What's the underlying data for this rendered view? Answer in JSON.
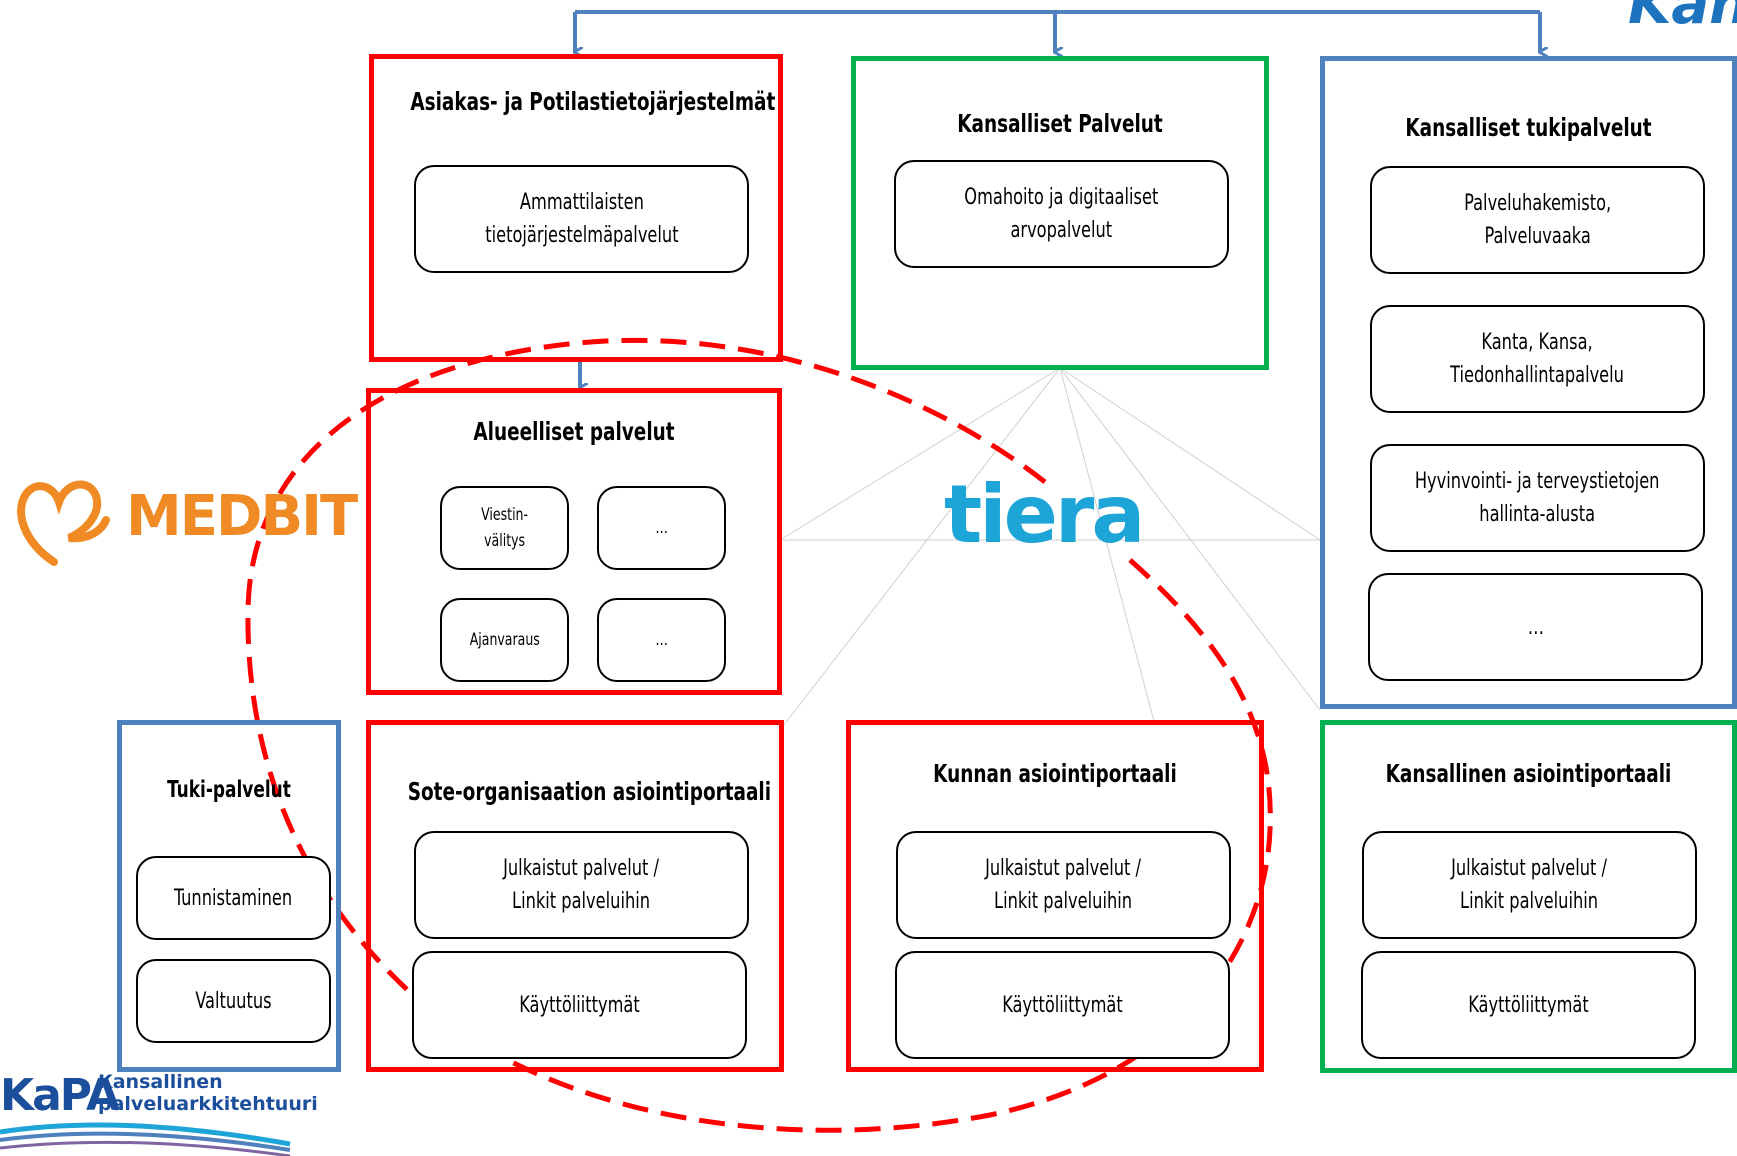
{
  "top_right_logo": "Kan",
  "left_logo": "MEDBIT",
  "center_logo": "tiera",
  "kapa_logo": {
    "mark": "KaPA",
    "line1": "Kansallinen",
    "line2": "palveluarkkitehtuuri"
  },
  "asiakas": {
    "title": "Asiakas- ja Potilastietojärjestelmät",
    "box": "Ammattilaisten\ntietojärjestelmäpalvelut"
  },
  "kansalliset_palvelut": {
    "title": "Kansalliset Palvelut",
    "box": "Omahoito ja digitaaliset\narvopalvelut"
  },
  "tukipalvelut": {
    "title": "Kansalliset tukipalvelut",
    "boxes": [
      "Palveluhakemisto,\nPalveluvaaka",
      "Kanta, Kansa,\nTiedonhallintapalvelu",
      "Hyvinvointi- ja terveystietojen\nhallinta-alusta",
      "…"
    ]
  },
  "alueelliset": {
    "title": "Alueelliset palvelut",
    "boxes": [
      "Viestin-\nvälitys",
      "…",
      "Ajanvaraus",
      "…"
    ]
  },
  "tuki": {
    "title": "Tuki-palvelut",
    "boxes": [
      "Tunnistaminen",
      "Valtuutus"
    ]
  },
  "sote": {
    "title": "Sote-organisaation asiointiportaali",
    "boxes": [
      "Julkaistut palvelut /\nLinkit palveluihin",
      "Käyttöliittymät"
    ]
  },
  "kunta": {
    "title": "Kunnan asiointiportaali",
    "boxes": [
      "Julkaistut palvelut /\nLinkit palveluihin",
      "Käyttöliittymät"
    ]
  },
  "kansallinen_portaali": {
    "title": "Kansallinen asiointiportaali",
    "boxes": [
      "Julkaistut palvelut /\nLinkit palveluihin",
      "Käyttöliittymät"
    ]
  },
  "colors": {
    "red": "#ff0000",
    "green": "#00b050",
    "blue": "#4f81bd",
    "tiera": "#1ea5d8",
    "medbit": "#f08a24"
  }
}
